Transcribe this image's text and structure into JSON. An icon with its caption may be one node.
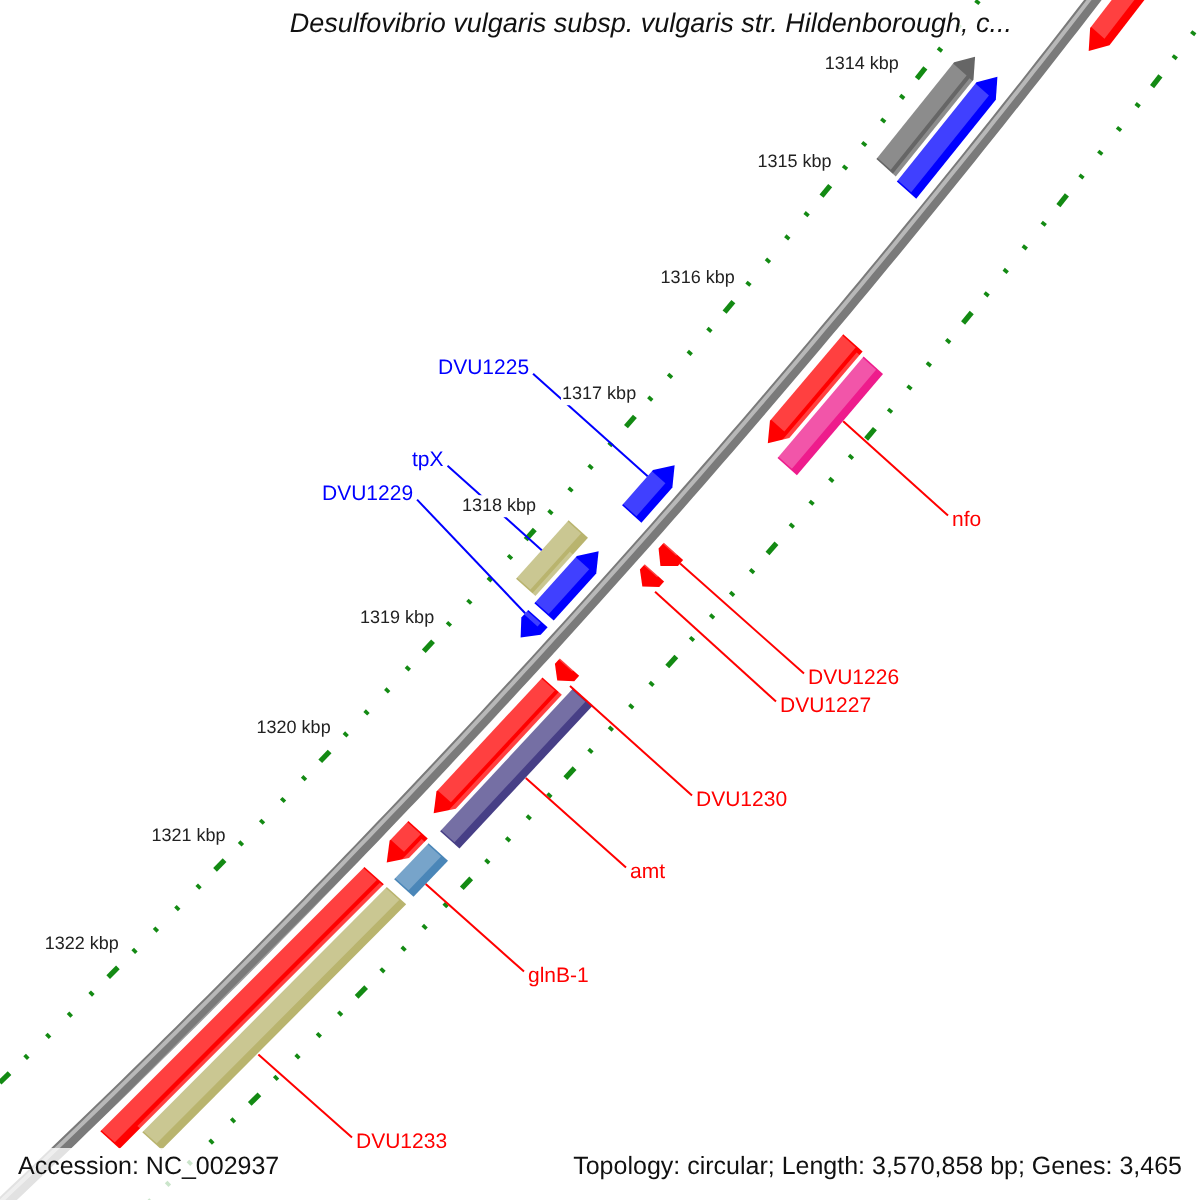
{
  "diagram": {
    "title": "Desulfovibrio vulgaris subsp. vulgaris str. Hildenborough, c...",
    "nodes": [
      {
        "text": [
          "DVU1225"
        ]
      },
      {
        "text": [
          "tpX"
        ]
      },
      {
        "text": [
          "DVU1229"
        ]
      },
      {
        "text": [
          "nfo"
        ]
      },
      {
        "text": [
          "DVU1226"
        ]
      },
      {
        "text": [
          "DVU1227"
        ]
      },
      {
        "text": [
          "DVU1230"
        ]
      },
      {
        "text": [
          "amt"
        ]
      },
      {
        "text": [
          "glnB-1"
        ]
      },
      {
        "text": [
          "DVU1233"
        ]
      },
      {
        "text": [],
        "shape": "arrow"
      },
      {
        "text": [],
        "shape": "arrow"
      },
      {
        "text": [],
        "shape": "arrow"
      },
      {
        "text": [],
        "shape": "arrow"
      },
      {
        "text": [],
        "shape": "bar"
      },
      {
        "text": [],
        "shape": "arrow"
      },
      {
        "text": [],
        "shape": "bar"
      },
      {
        "text": [],
        "shape": "arrow"
      },
      {
        "text": [],
        "shape": "arrow"
      },
      {
        "text": [],
        "shape": "arrow"
      },
      {
        "text": [],
        "shape": "arrow"
      },
      {
        "text": [],
        "shape": "arrow"
      },
      {
        "text": [],
        "shape": "arrow"
      },
      {
        "text": [],
        "shape": "bar"
      },
      {
        "text": [],
        "shape": "arrow"
      },
      {
        "text": [],
        "shape": "bar"
      },
      {
        "text": [],
        "shape": "bar"
      },
      {
        "text": [],
        "shape": "bar"
      }
    ],
    "edges": [
      {
        "from": 0,
        "to": 15,
        "arrow": "none",
        "color": "#0000ff"
      },
      {
        "from": 1,
        "to": 16,
        "arrow": "none",
        "color": "#0000ff"
      },
      {
        "from": 2,
        "to": 18,
        "arrow": "none",
        "color": "#0000ff"
      },
      {
        "from": 3,
        "to": 14,
        "arrow": "none"
      },
      {
        "from": 4,
        "to": 19,
        "arrow": "none"
      },
      {
        "from": 5,
        "to": 20,
        "arrow": "none"
      },
      {
        "from": 6,
        "to": 21,
        "arrow": "none"
      },
      {
        "from": 7,
        "to": 23,
        "arrow": "none"
      },
      {
        "from": 8,
        "to": 25,
        "arrow": "none"
      },
      {
        "from": 9,
        "to": 27,
        "arrow": "none"
      }
    ],
    "labels": [
      "1314 kbp",
      "1315 kbp",
      "1316 kbp",
      "1317 kbp",
      "1318 kbp",
      "1319 kbp",
      "1320 kbp",
      "1321 kbp",
      "1322 kbp",
      "Accession: NC_002937",
      "Topology: circular; Length: 3,570,858 bp; Genes: 3,465"
    ]
  }
}
